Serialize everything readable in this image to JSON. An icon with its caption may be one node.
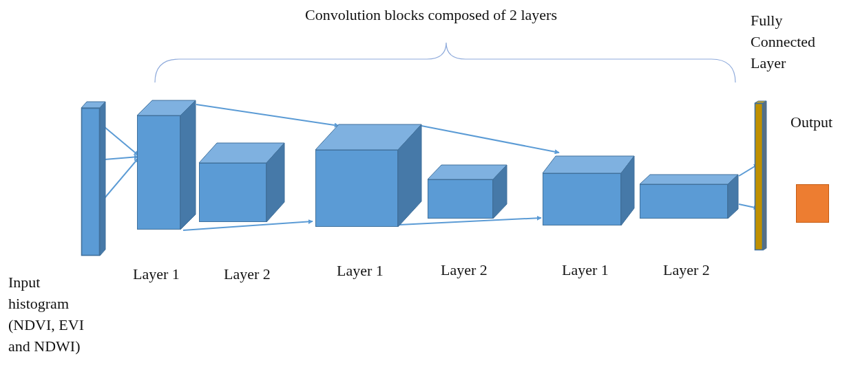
{
  "diagram": {
    "nodes": [
      {
        "text": [],
        "shape": "bar",
        "beside": [
          "Input histogram (NDVI, EVI and NDWI)"
        ]
      },
      {
        "text": [],
        "shape": "box",
        "beside": [
          "Layer 1"
        ]
      },
      {
        "text": [],
        "shape": "box",
        "beside": [
          "Layer 2"
        ]
      },
      {
        "text": [],
        "shape": "box",
        "beside": [
          "Layer 1"
        ]
      },
      {
        "text": [],
        "shape": "box",
        "beside": [
          "Layer 2"
        ]
      },
      {
        "text": [],
        "shape": "box",
        "beside": [
          "Layer 1"
        ]
      },
      {
        "text": [],
        "shape": "box",
        "beside": [
          "Layer 2"
        ]
      },
      {
        "text": [],
        "shape": "bar",
        "beside": [
          "Fully Connected Layer"
        ]
      },
      {
        "text": [],
        "shape": "box"
      }
    ],
    "edges": [
      {
        "from": 0,
        "to": 1,
        "arrow": "to"
      },
      {
        "from": 0,
        "to": 1,
        "arrow": "to"
      },
      {
        "from": 0,
        "to": 1,
        "arrow": "to"
      },
      {
        "from": 1,
        "to": 3,
        "arrow": "to"
      },
      {
        "from": 1,
        "to": 3,
        "arrow": "to"
      },
      {
        "from": 3,
        "to": 5,
        "arrow": "to"
      },
      {
        "from": 3,
        "to": 5,
        "arrow": "to"
      },
      {
        "from": 6,
        "to": 7,
        "arrow": "to"
      },
      {
        "from": 6,
        "to": 7,
        "arrow": "to"
      }
    ],
    "labels": [
      "Convolution blocks composed of 2 layers",
      "Output"
    ]
  }
}
